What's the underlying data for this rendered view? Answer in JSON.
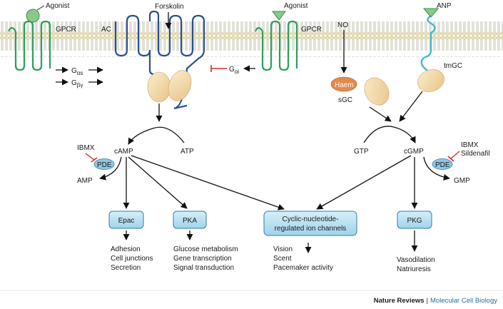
{
  "membrane": {
    "left": {
      "agonist": "Agonist",
      "gpcr": "GPCR",
      "ac": "AC",
      "forskolin": "Forskolin",
      "g_as_main": "G",
      "g_as_sub": "αs",
      "g_by_main": "G",
      "g_by_sub": "βγ",
      "g_ai_main": "G",
      "g_ai_sub": "αi"
    },
    "right": {
      "agonist": "Agonist",
      "gpcr": "GPCR",
      "no": "NO",
      "anp": "ANP",
      "haem": "Haem",
      "sgc": "sGC",
      "tmgc": "tmGC"
    }
  },
  "camp_pathway": {
    "camp": "cAMP",
    "atp": "ATP",
    "ibmx": "IBMX",
    "pde": "PDE",
    "amp": "AMP"
  },
  "cgmp_pathway": {
    "cgmp": "cGMP",
    "gtp": "GTP",
    "ibmx": "IBMX",
    "sildenafil": "Sildenafil",
    "pde": "PDE",
    "gmp": "GMP"
  },
  "effectors": {
    "epac": {
      "label": "Epac",
      "outcomes": [
        "Adhesion",
        "Cell junctions",
        "Secretion"
      ]
    },
    "pka": {
      "label": "PKA",
      "outcomes": [
        "Glucose metabolism",
        "Gene transcription",
        "Signal transduction"
      ]
    },
    "channels": {
      "label_line1": "Cyclic-nucleotide-",
      "label_line2": "regulated ion channels",
      "outcomes": [
        "Vision",
        "Scent",
        "Pacemaker activity"
      ]
    },
    "pkg": {
      "label": "PKG",
      "outcomes": [
        "Vasodilation",
        "Natriuresis"
      ]
    }
  },
  "footer": {
    "journal": "Nature Reviews",
    "separator": "|",
    "subtitle": "Molecular Cell Biology"
  },
  "colors": {
    "gpcr": "#2e9e5b",
    "ac": "#2c4f8c",
    "tmgc": "#3bb3d0",
    "enzyme": "#f2d9a8",
    "haem": "#e3894a",
    "inhibit": "#d62b2b",
    "box_fill": "#bfe3f2",
    "brand": "#1f6fa6"
  }
}
